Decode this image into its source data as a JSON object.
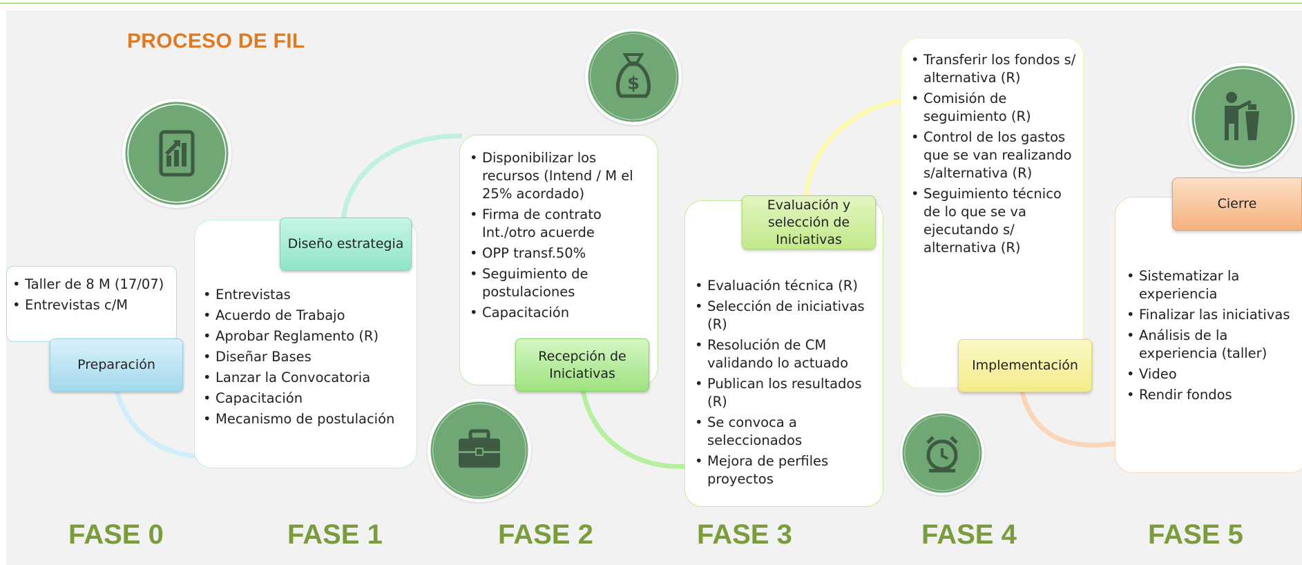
{
  "title": "PROCESO DE FIL",
  "colors": {
    "title": "#e07a22",
    "phase": "#7a9c3c",
    "icon_circle": "#6fa874",
    "blue": "#a9dcee",
    "mint": "#8fe5c6",
    "green": "#9ee27f",
    "lime": "#c9ec95",
    "yellow": "#f6f19a",
    "orange": "#f7c49a"
  },
  "phases": [
    {
      "label": "Preparación",
      "fase": "FASE 0",
      "items": [
        "Taller de 8 M (17/07)",
        "Entrevistas c/M"
      ],
      "icon": "tablet-chart-icon"
    },
    {
      "label": "Diseño estrategia",
      "fase": "FASE 1",
      "items": [
        "Entrevistas",
        "Acuerdo de Trabajo",
        "Aprobar Reglamento (R)",
        "Diseñar Bases",
        "Lanzar la Convocatoria",
        "Capacitación",
        "Mecanismo de postulación"
      ],
      "icon": "briefcase-icon"
    },
    {
      "label": "Recepción de Iniciativas",
      "fase": "FASE 2",
      "items": [
        "Disponibilizar los recursos (Intend / M el 25% acordado)",
        "Firma de contrato Int./otro acuerde",
        "OPP transf.50%",
        "Seguimiento de postulaciones",
        "Capacitación"
      ],
      "icon": "money-bag-icon"
    },
    {
      "label": "Evaluación y selección de Iniciativas",
      "fase": "FASE 3",
      "items": [
        "Evaluación técnica (R)",
        "Selección de iniciativas (R)",
        "Resolución de CM validando lo actuado",
        "Publican los resultados (R)",
        "Se convoca a seleccionados",
        "Mejora de perfiles proyectos"
      ],
      "icon": "alarm-clock-icon"
    },
    {
      "label": "Implementación",
      "fase": "FASE 4",
      "items": [
        " Transferir los fondos s/ alternativa (R)",
        " Comisión de seguimiento (R)",
        " Control de los gastos que se van realizando s/alternativa  (R)",
        "Seguimiento técnico de lo que se va ejecutando s/ alternativa (R)"
      ],
      "icon": "presenter-icon"
    },
    {
      "label": "Cierre",
      "fase": "FASE 5",
      "items": [
        "Sistematizar la experiencia",
        "Finalizar las iniciativas",
        "Análisis  de la experiencia (taller)",
        "Video",
        "Rendir fondos"
      ],
      "icon": "presenter-icon"
    }
  ]
}
